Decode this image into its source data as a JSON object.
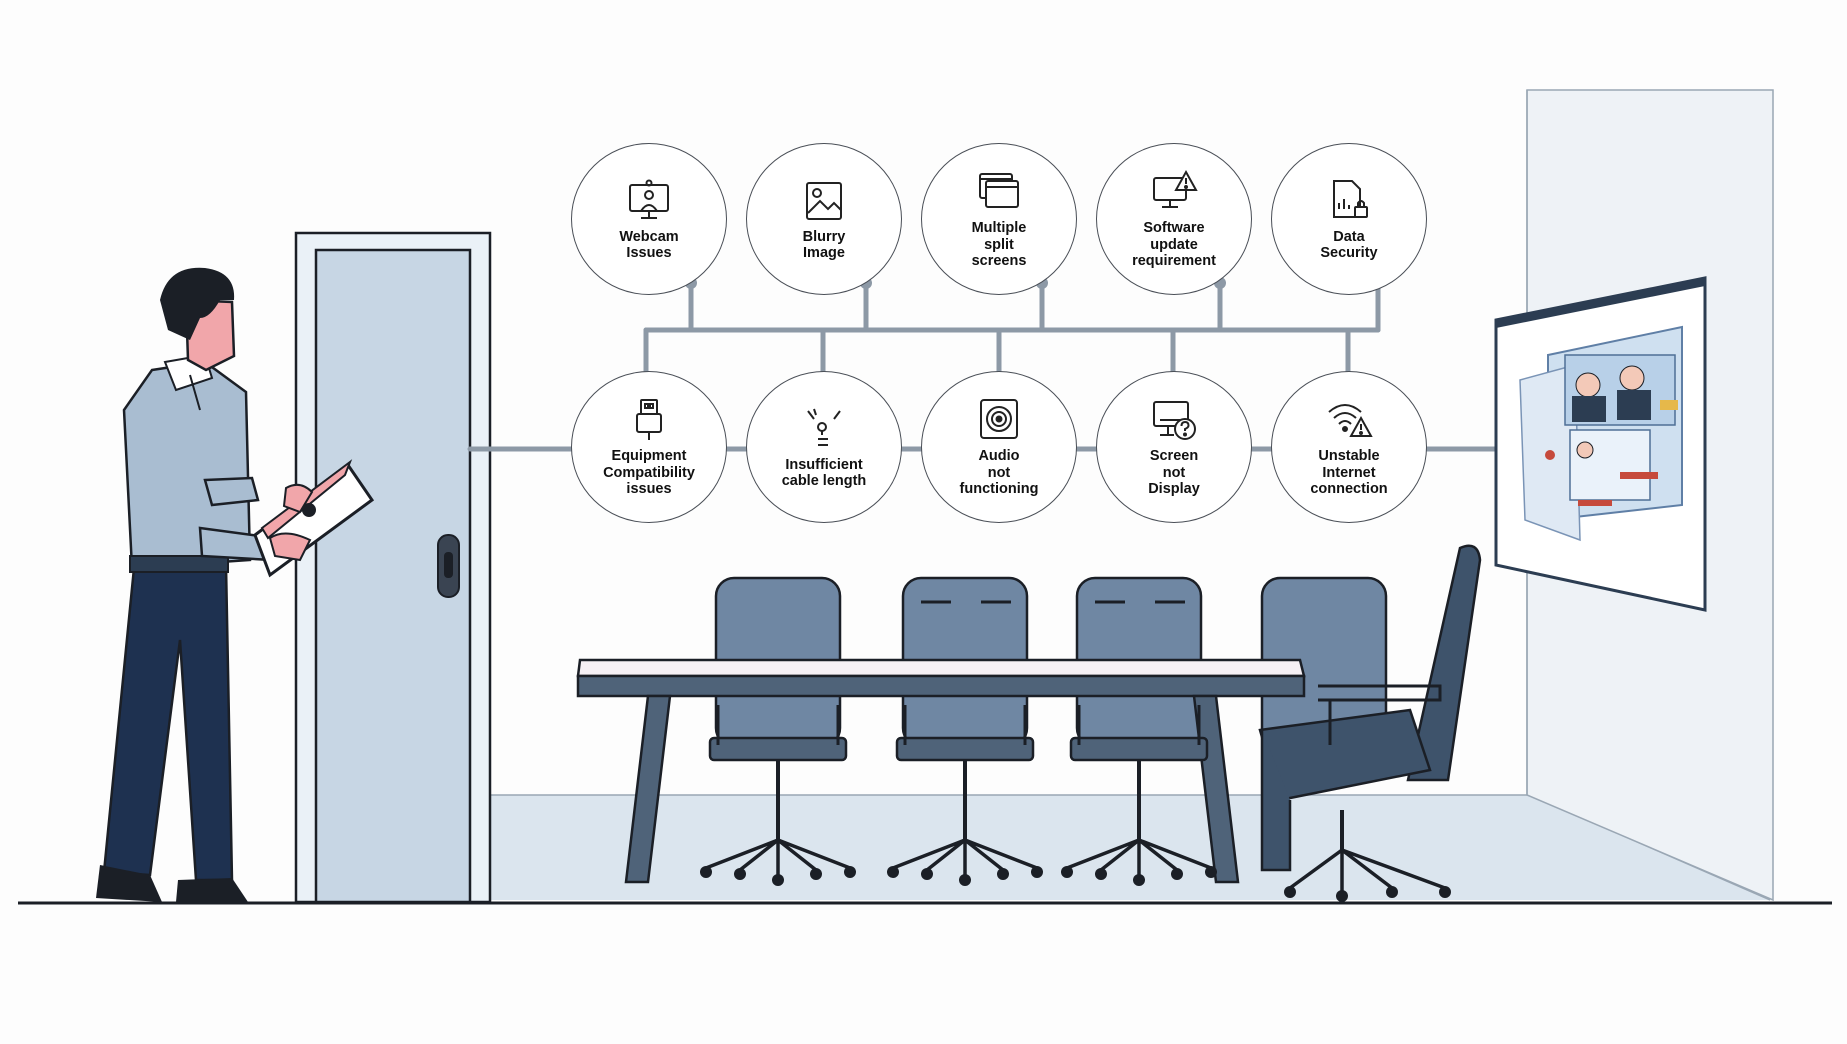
{
  "issues_top": [
    {
      "label": "Webcam\nIssues",
      "icon": "webcam-monitor-icon"
    },
    {
      "label": "Blurry\nImage",
      "icon": "blurry-image-icon"
    },
    {
      "label": "Multiple\nsplit\nscreens",
      "icon": "split-screens-icon"
    },
    {
      "label": "Software\nupdate\nrequirement",
      "icon": "software-update-warning-icon"
    },
    {
      "label": "Data\nSecurity",
      "icon": "data-security-lock-icon"
    }
  ],
  "issues_bottom": [
    {
      "label": "Equipment\nCompatibility\nissues",
      "icon": "usb-plug-icon"
    },
    {
      "label": "Insufficient\ncable length",
      "icon": "cable-icon"
    },
    {
      "label": "Audio\nnot\nfunctioning",
      "icon": "speaker-icon"
    },
    {
      "label": "Screen\nnot\nDisplay",
      "icon": "monitor-question-icon"
    },
    {
      "label": "Unstable\nInternet\nconnection",
      "icon": "wifi-warning-icon"
    }
  ],
  "colors": {
    "line": "#8d99a6",
    "outline": "#1b1f26",
    "chair": "#6f87a3",
    "chair_dark": "#3e536b",
    "floor": "#dbe5ee",
    "door": "#c7d6e4",
    "wall": "#eef2f6",
    "shirt": "#a9bdd1",
    "pants": "#1e3150",
    "skin": "#f1a6aa"
  }
}
